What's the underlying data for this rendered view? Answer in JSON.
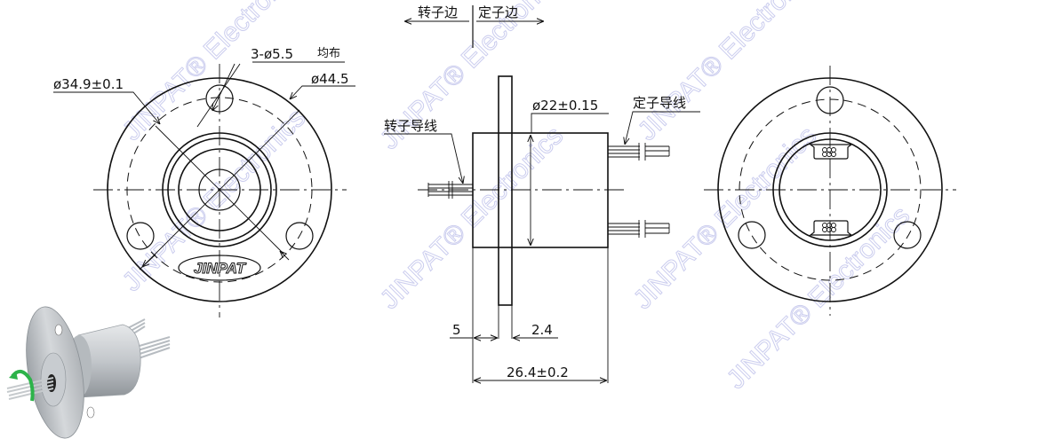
{
  "drawing": {
    "title": "Slip ring mechanical drawing",
    "brand_logo": "JINPAT",
    "watermark_text": "JINPAT® Electronics",
    "watermark_color": "#c9cbee",
    "line_color": "#111111",
    "background": "#ffffff"
  },
  "front_view": {
    "dims": {
      "pcd": "ø34.9±0.1",
      "holes": "3-ø5.5",
      "holes_note": "均布",
      "outer": "ø44.5"
    },
    "logo": "JINPAT"
  },
  "side_view": {
    "direction": {
      "rotor_side": "转子边",
      "stator_side": "定子边"
    },
    "labels": {
      "rotor_leads": "转子导线",
      "stator_leads": "定子导线"
    },
    "dims": {
      "body_dia": "ø22±0.15",
      "rotor_len": "5",
      "flange_thk": "2.4",
      "total_len": "26.4±0.2"
    }
  },
  "rear_view": {
    "description": "Rear view with two wire exit bundles"
  },
  "render_3d": {
    "description": "3D isometric render of flange-mounted slip ring with lead wires and green rotation arrow",
    "arrow_color": "#2db34a",
    "body_color": "#c4c8cc"
  }
}
